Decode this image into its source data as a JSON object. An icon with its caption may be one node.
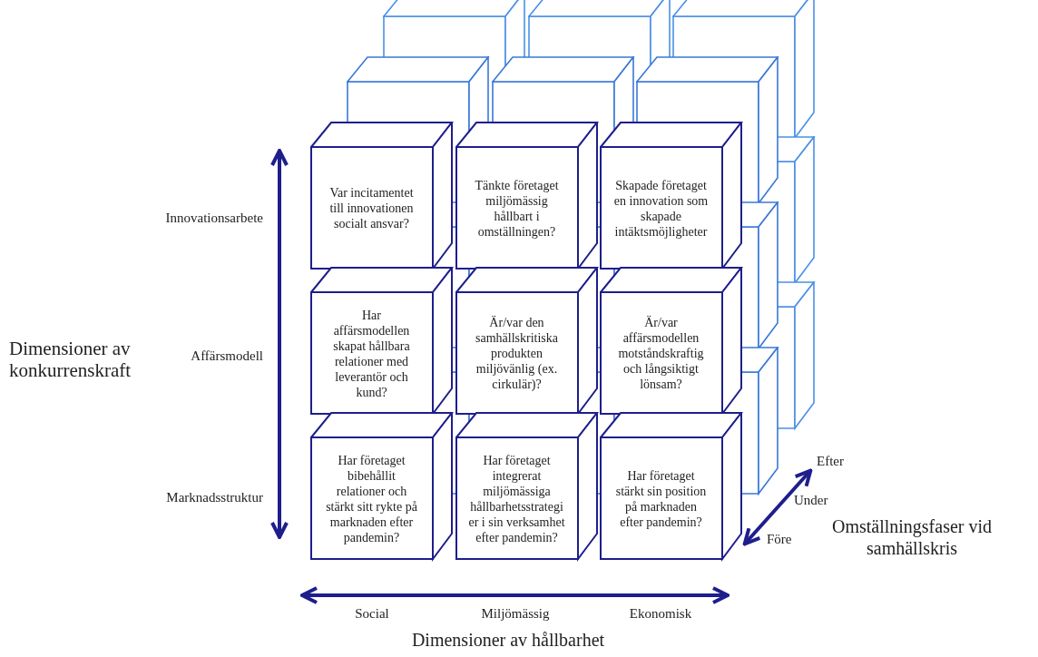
{
  "diagram": {
    "nodes": [
      {
        "text": [
          "Var incitamentet till innovationen socialt ansvar?"
        ]
      },
      {
        "text": [
          "Tänkte företaget miljömässig hållbart i omställningen?"
        ]
      },
      {
        "text": [
          "Skapade företaget en innovation som skapade intäktsmöjligheter"
        ]
      },
      {
        "text": [
          "Har affärsmodellen skapat hållbara relationer med leverantör och kund?"
        ]
      },
      {
        "text": [
          "Är/var den samhällskritiska produkten miljövänlig (ex. cirkulär)?"
        ]
      },
      {
        "text": [
          "Är/var affärsmodellen motståndskraftig och långsiktigt lönsam?"
        ]
      },
      {
        "text": [
          "Har företaget bibehållit relationer och stärkt sitt rykte på marknaden efter pandemin?"
        ]
      },
      {
        "text": [
          "Har företaget integrerat miljömässiga hållbarhetsstrategi er i sin verksamhet efter pandemin?"
        ]
      },
      {
        "text": [
          "Har företaget stärkt sin position på marknaden efter pandemin?"
        ]
      },
      {
        "text": [],
        "shape": "box"
      },
      {
        "text": [],
        "shape": "box"
      },
      {
        "text": [],
        "shape": "box"
      },
      {
        "text": [],
        "shape": "box"
      },
      {
        "text": [],
        "shape": "box"
      },
      {
        "text": [],
        "shape": "box"
      },
      {
        "text": [],
        "shape": "box"
      },
      {
        "text": [],
        "shape": "box"
      },
      {
        "text": [],
        "shape": "box"
      },
      {
        "text": [],
        "shape": "box"
      },
      {
        "text": [],
        "shape": "box"
      },
      {
        "text": [],
        "shape": "box"
      },
      {
        "text": [],
        "shape": "box"
      },
      {
        "text": [],
        "shape": "box"
      }
    ],
    "edges": [],
    "labels": [
      "Innovationsarbete",
      "Dimensioner av konkurrenskraft",
      "Affärsmodell",
      "Efter",
      "Marknadsstruktur",
      "Under",
      "Omställningsfaser vid samhällskris",
      "Före",
      "Social",
      "Miljömässig",
      "Ekonomisk",
      "Dimensioner av hållbarhet"
    ]
  }
}
